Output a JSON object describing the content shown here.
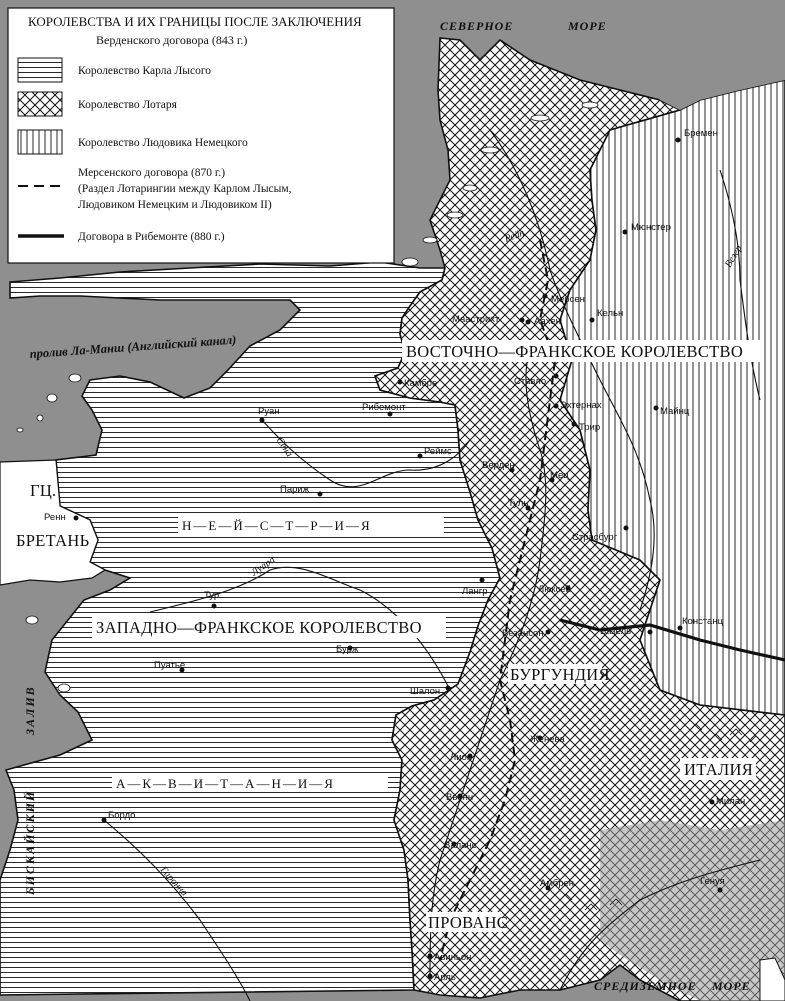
{
  "legend": {
    "title": "КОРОЛЕВСТВА И ИХ ГРАНИЦЫ ПОСЛЕ ЗАКЛЮЧЕНИЯ",
    "subtitle": "Верденского договора (843 г.)",
    "items": [
      {
        "pattern": "horizontal",
        "label": "Королевство Карла Лысого"
      },
      {
        "pattern": "crosshatch",
        "label": "Королевство Лотаря"
      },
      {
        "pattern": "vertical",
        "label": "Королевство Людовика Немецкого"
      }
    ],
    "mersen_line1": "Мерсенского договора (870 г.)",
    "mersen_line2": "(Раздел Лотарингии между Карлом Лысым,",
    "mersen_line3": "Людовиком Немецким и Людовиком II)",
    "ribemont": "Договора в Рибемонте (880 г.)"
  },
  "seas": {
    "north_1": "СЕВЕРНОЕ",
    "north_2": "МОРЕ",
    "channel": "пролив Ла-Манш (Английский канал)",
    "biscay_1": "БИСКАЙСКИЙ",
    "biscay_2": "ЗАЛИВ",
    "med_1": "СРЕДИЗЕМНОЕ",
    "med_2": "МОРЕ"
  },
  "kingdoms": {
    "east": "ВОСТОЧНО—ФРАНКСКОЕ КОРОЛЕВСТВО",
    "west": "ЗАПАДНО—ФРАНКСКОЕ КОРОЛЕВСТВО",
    "italy": "ИТАЛИЯ",
    "burgundy": "БУРГУНДИЯ",
    "provence": "ПРОВАНС",
    "brittany_1": "ГЦ.",
    "brittany_2": "БРЕТАНЬ",
    "neustria": "Н—Е—Й—С—Т—Р—И—Я",
    "aquitaine": "А—К—В—И—Т—А—Н—И—Я"
  },
  "cities": {
    "bremen": "Бремен",
    "munster": "Мюнстер",
    "mersen": "Мерсен",
    "maastricht": "Маастрихт",
    "aachen": "Аахен",
    "koln": "Кельн",
    "cambrai": "Камбре",
    "stavelot": "Ставло",
    "echternach": "Эхтернах",
    "trier": "Трир",
    "mainz": "Майнц",
    "rouen": "Руан",
    "ribemont": "Рибемонт",
    "reims": "Реймс",
    "paris": "Париж",
    "verdun": "Верден",
    "metz": "Мец",
    "toul": "Туль",
    "strasbourg": "Страсбург",
    "rennes": "Ренн",
    "langres": "Лангр",
    "luxeuil": "Люксей",
    "tours": "Тур",
    "besancon": "Безансон",
    "basel": "Базель",
    "konstanz": "Констанц",
    "bourges": "Бурж",
    "poitiers": "Пуатье",
    "chalon": "Шалон",
    "lyon": "Лион",
    "geneva": "Женева",
    "vienne": "Вьенн",
    "milan": "Милан",
    "bordeaux": "Бордо",
    "valence": "Валанс",
    "embrun": "Амбрен",
    "genoa": "Генуя",
    "avignon": "Авиньон",
    "arles": "Арль"
  },
  "rivers": {
    "rhine": "Рейн",
    "weser": "Везер",
    "seine": "Сена",
    "loire": "Луара",
    "garonne": "Гаронна"
  },
  "colors": {
    "sea": "#8f8f8f",
    "land": "#ffffff",
    "ink": "#111111"
  }
}
